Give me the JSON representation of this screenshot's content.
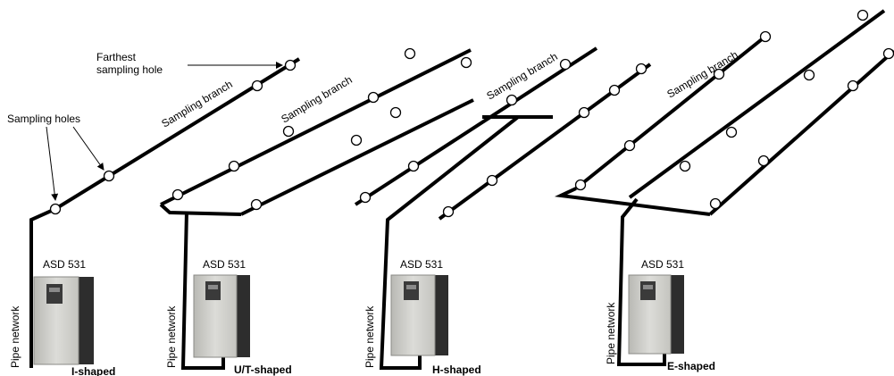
{
  "labels": {
    "farthest_line1": "Farthest",
    "farthest_line2": "sampling hole",
    "sampling_holes": "Sampling holes",
    "sampling_branch": "Sampling branch",
    "pipe_network": "Pipe network",
    "device": "ASD 531"
  },
  "configurations": [
    {
      "id": "i",
      "shape_label": "I-shaped"
    },
    {
      "id": "ut",
      "shape_label": "U/T-shaped"
    },
    {
      "id": "h",
      "shape_label": "H-shaped"
    },
    {
      "id": "e",
      "shape_label": "E-shaped"
    }
  ],
  "colors": {
    "pipe": "#000000",
    "hole_fill": "#ffffff",
    "device_body": "#c9c9c4",
    "device_side": "#2d2d2d"
  },
  "icons": [
    "sampling-hole-icon",
    "asd-device-icon",
    "arrow-icon"
  ]
}
